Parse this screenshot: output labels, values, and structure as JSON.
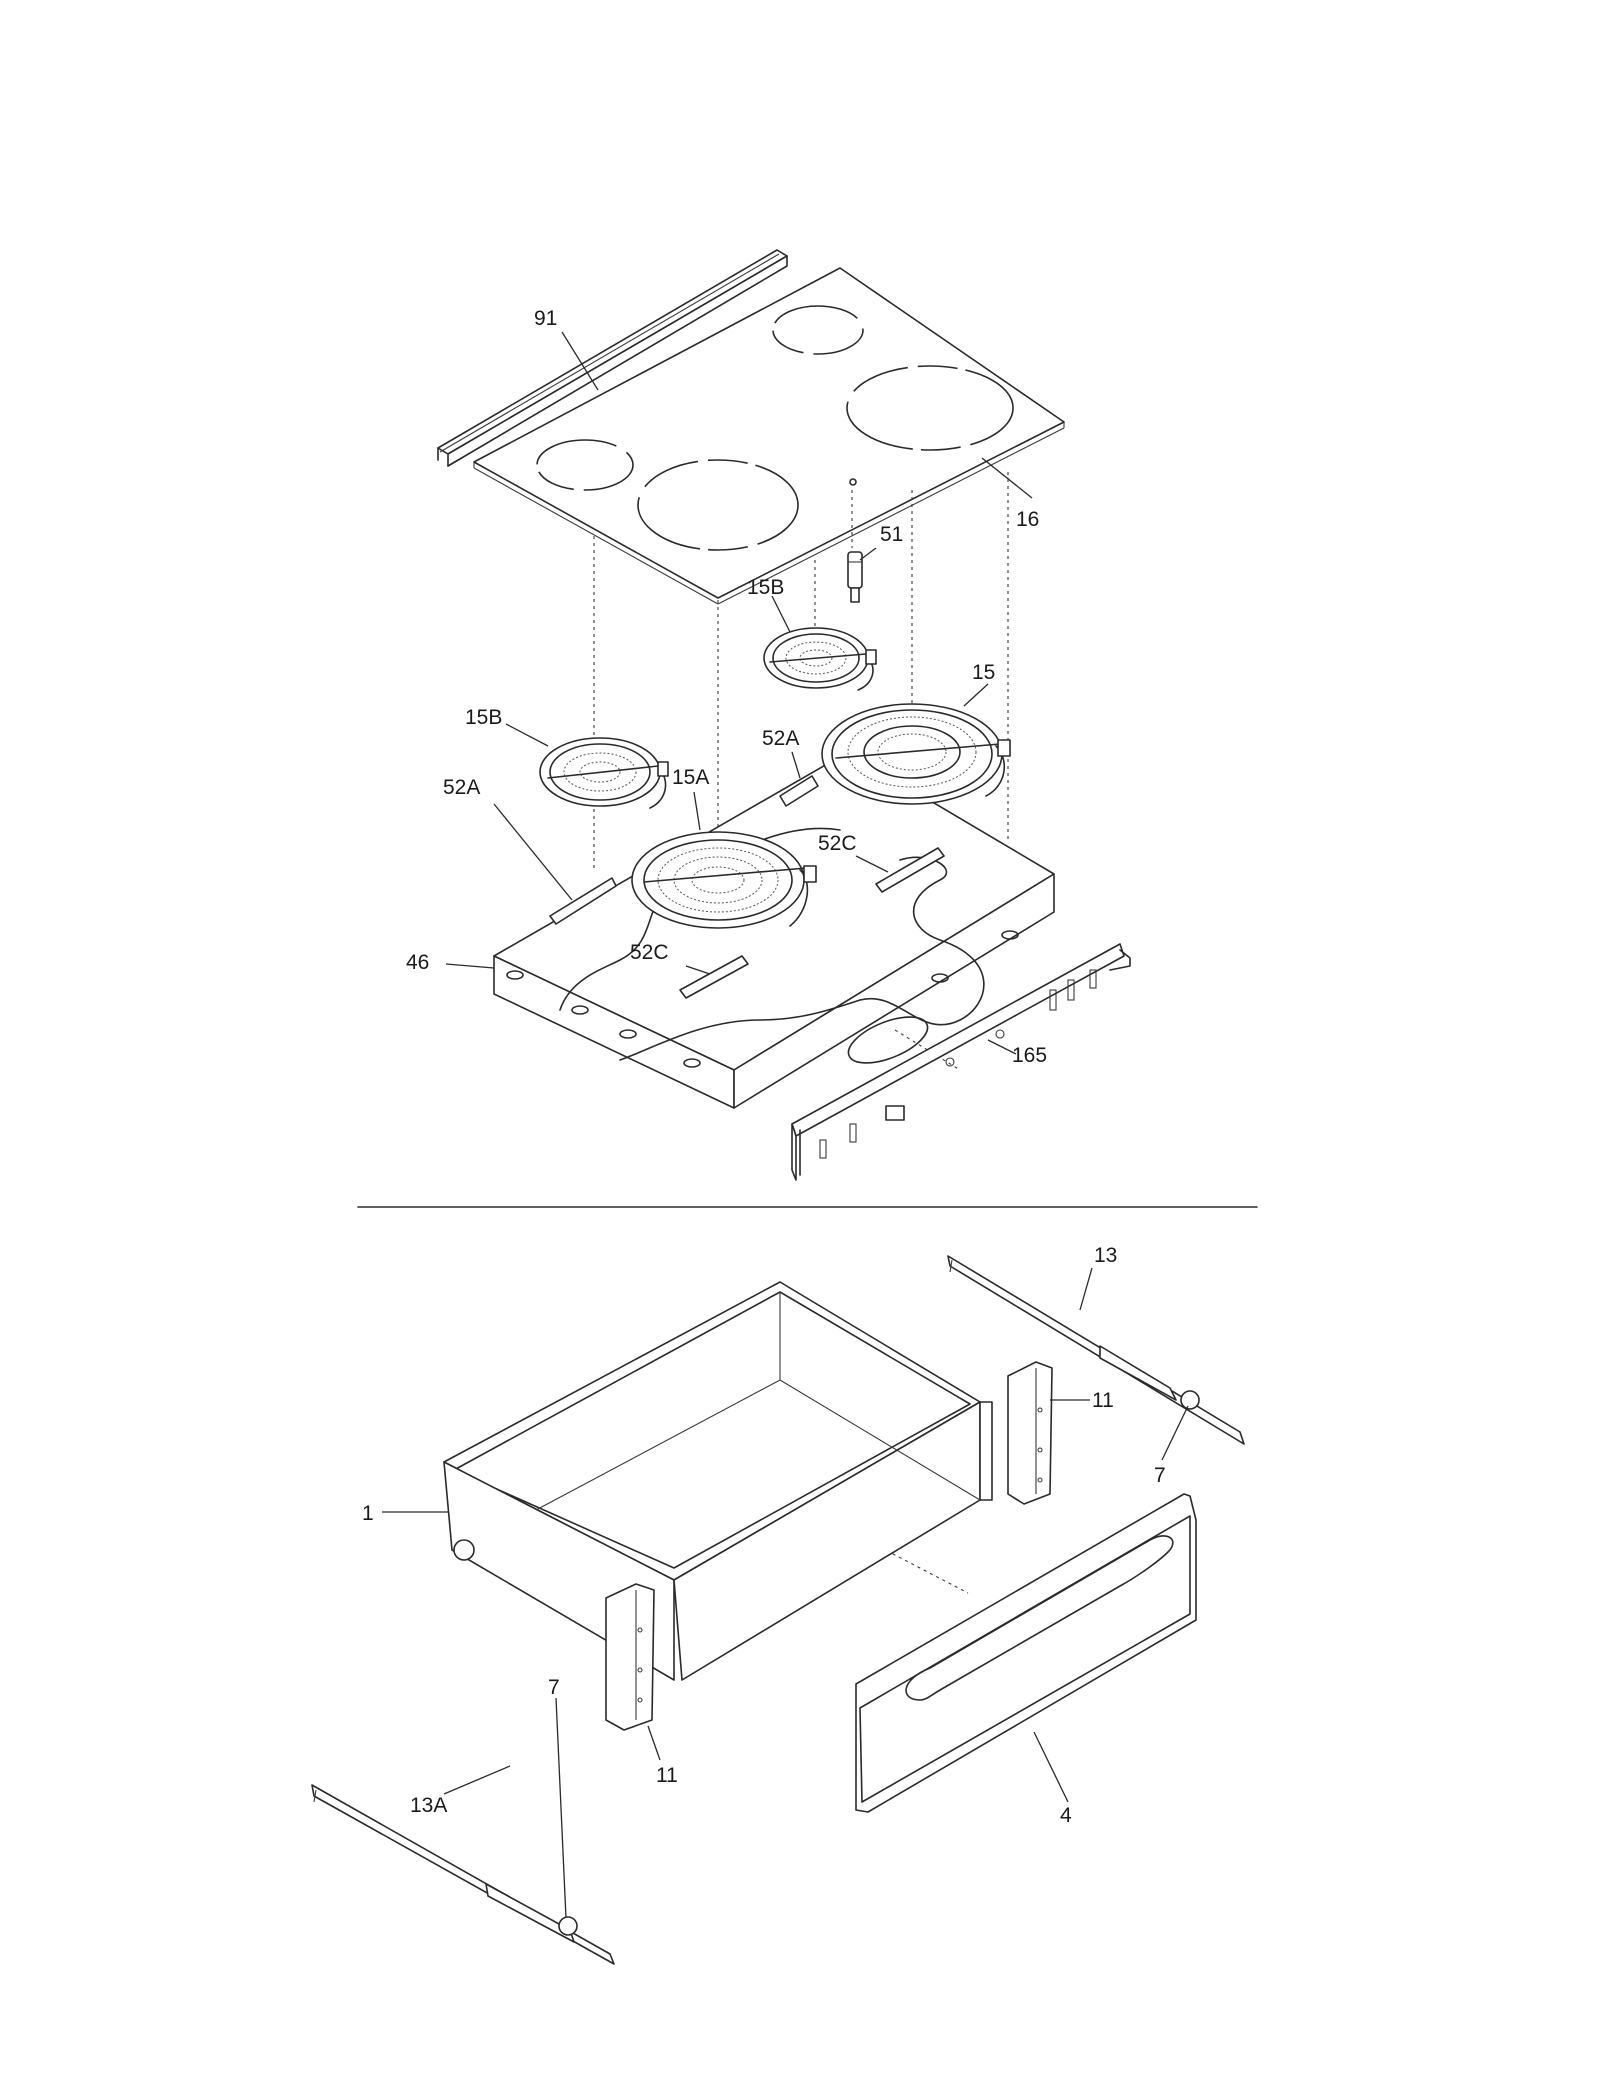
{
  "colors": {
    "line": "#2a2a2a",
    "background": "#ffffff"
  },
  "callouts": {
    "p91": "91",
    "p16": "16",
    "p51": "51",
    "p15B_top": "15B",
    "p15": "15",
    "p15B_left": "15B",
    "p52A_right": "52A",
    "p15A": "15A",
    "p52A_left": "52A",
    "p52C_right": "52C",
    "p46": "46",
    "p52C_left": "52C",
    "p165": "165",
    "p13": "13",
    "p11_right": "11",
    "p7_right": "7",
    "p1": "1",
    "p7_left": "7",
    "p11_left": "11",
    "p13A": "13A",
    "p4": "4"
  }
}
